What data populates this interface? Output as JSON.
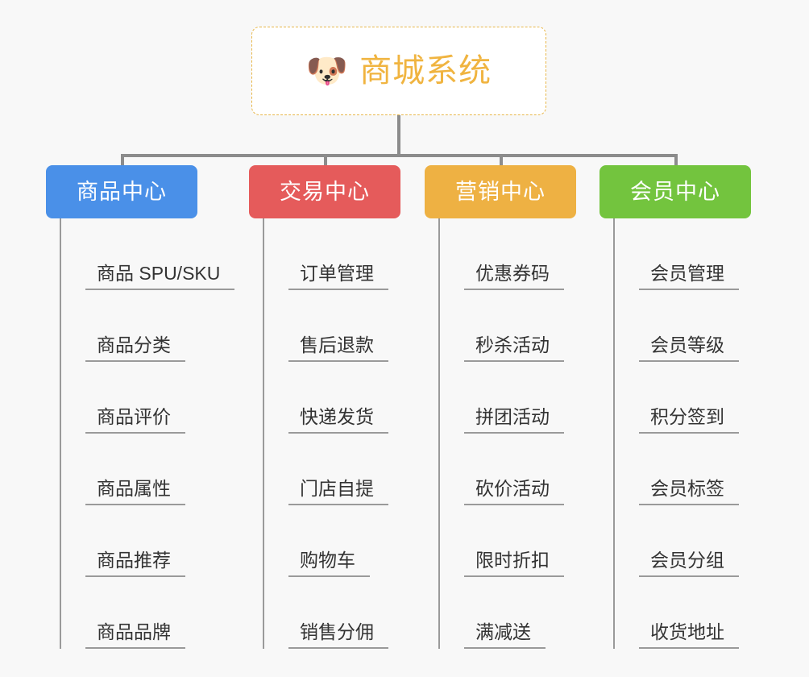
{
  "background_color": "#f8f8f8",
  "root": {
    "icon": "shiba-dog-face",
    "icon_glyph": "🐶",
    "title": "商城系统",
    "title_color": "#f0b440",
    "border_color": "#e8b74a"
  },
  "connector_color": "#8c8c8c",
  "branches": [
    {
      "id": "product-center",
      "label": "商品中心",
      "color": "#4a90e8",
      "items": [
        "商品 SPU/SKU",
        "商品分类",
        "商品评价",
        "商品属性",
        "商品推荐",
        "商品品牌"
      ]
    },
    {
      "id": "trade-center",
      "label": "交易中心",
      "color": "#e55b5b",
      "items": [
        "订单管理",
        "售后退款",
        "快递发货",
        "门店自提",
        "购物车",
        "销售分佣"
      ]
    },
    {
      "id": "marketing-center",
      "label": "营销中心",
      "color": "#eeb143",
      "items": [
        "优惠券码",
        "秒杀活动",
        "拼团活动",
        "砍价活动",
        "限时折扣",
        "满减送"
      ]
    },
    {
      "id": "member-center",
      "label": "会员中心",
      "color": "#73c43e",
      "items": [
        "会员管理",
        "会员等级",
        "积分签到",
        "会员标签",
        "会员分组",
        "收货地址"
      ]
    }
  ]
}
